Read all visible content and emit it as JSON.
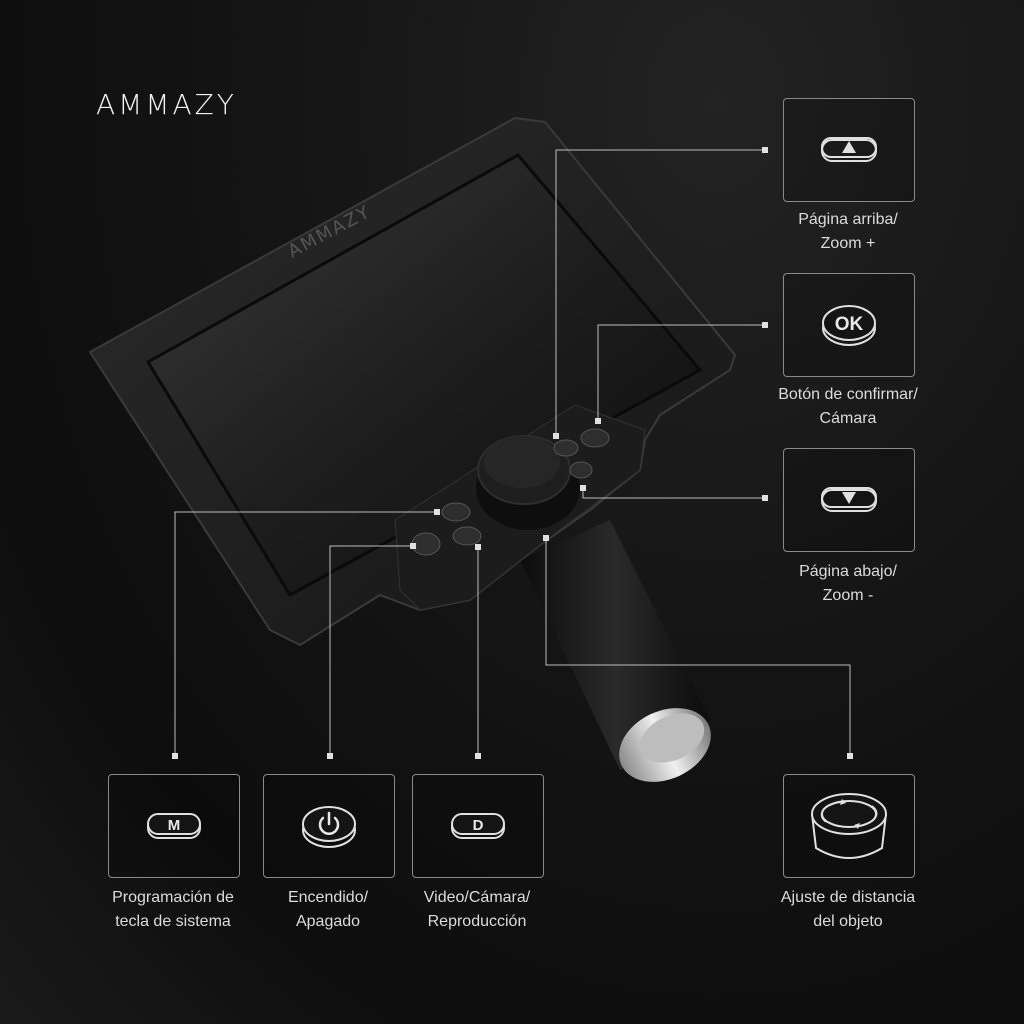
{
  "brand": {
    "logo_text": "AMMAZY",
    "screen_logo_text": "AMMAZY"
  },
  "buttons": {
    "page_up": {
      "line1": "Página arriba/",
      "line2": "Zoom +"
    },
    "ok": {
      "symbol": "OK",
      "line1": "Botón de confirmar/",
      "line2": "Cámara"
    },
    "page_down": {
      "line1": "Página abajo/",
      "line2": "Zoom -"
    },
    "menu": {
      "symbol": "M",
      "line1": "Programación de",
      "line2": "tecla de sistema"
    },
    "power": {
      "line1": "Encendido/",
      "line2": "Apagado"
    },
    "video": {
      "symbol": "D",
      "line1": "Video/Cámara/",
      "line2": "Reproducción"
    },
    "focus": {
      "line1": "Ajuste de distancia",
      "line2": "del objeto"
    }
  },
  "colors": {
    "background": "#111111",
    "frame": "#8a8a8a",
    "text": "#dcdcdc"
  },
  "icons": [
    "triangle-up-icon",
    "ok-icon",
    "triangle-down-icon",
    "m-icon",
    "power-icon",
    "d-icon",
    "focus-ring-icon"
  ]
}
